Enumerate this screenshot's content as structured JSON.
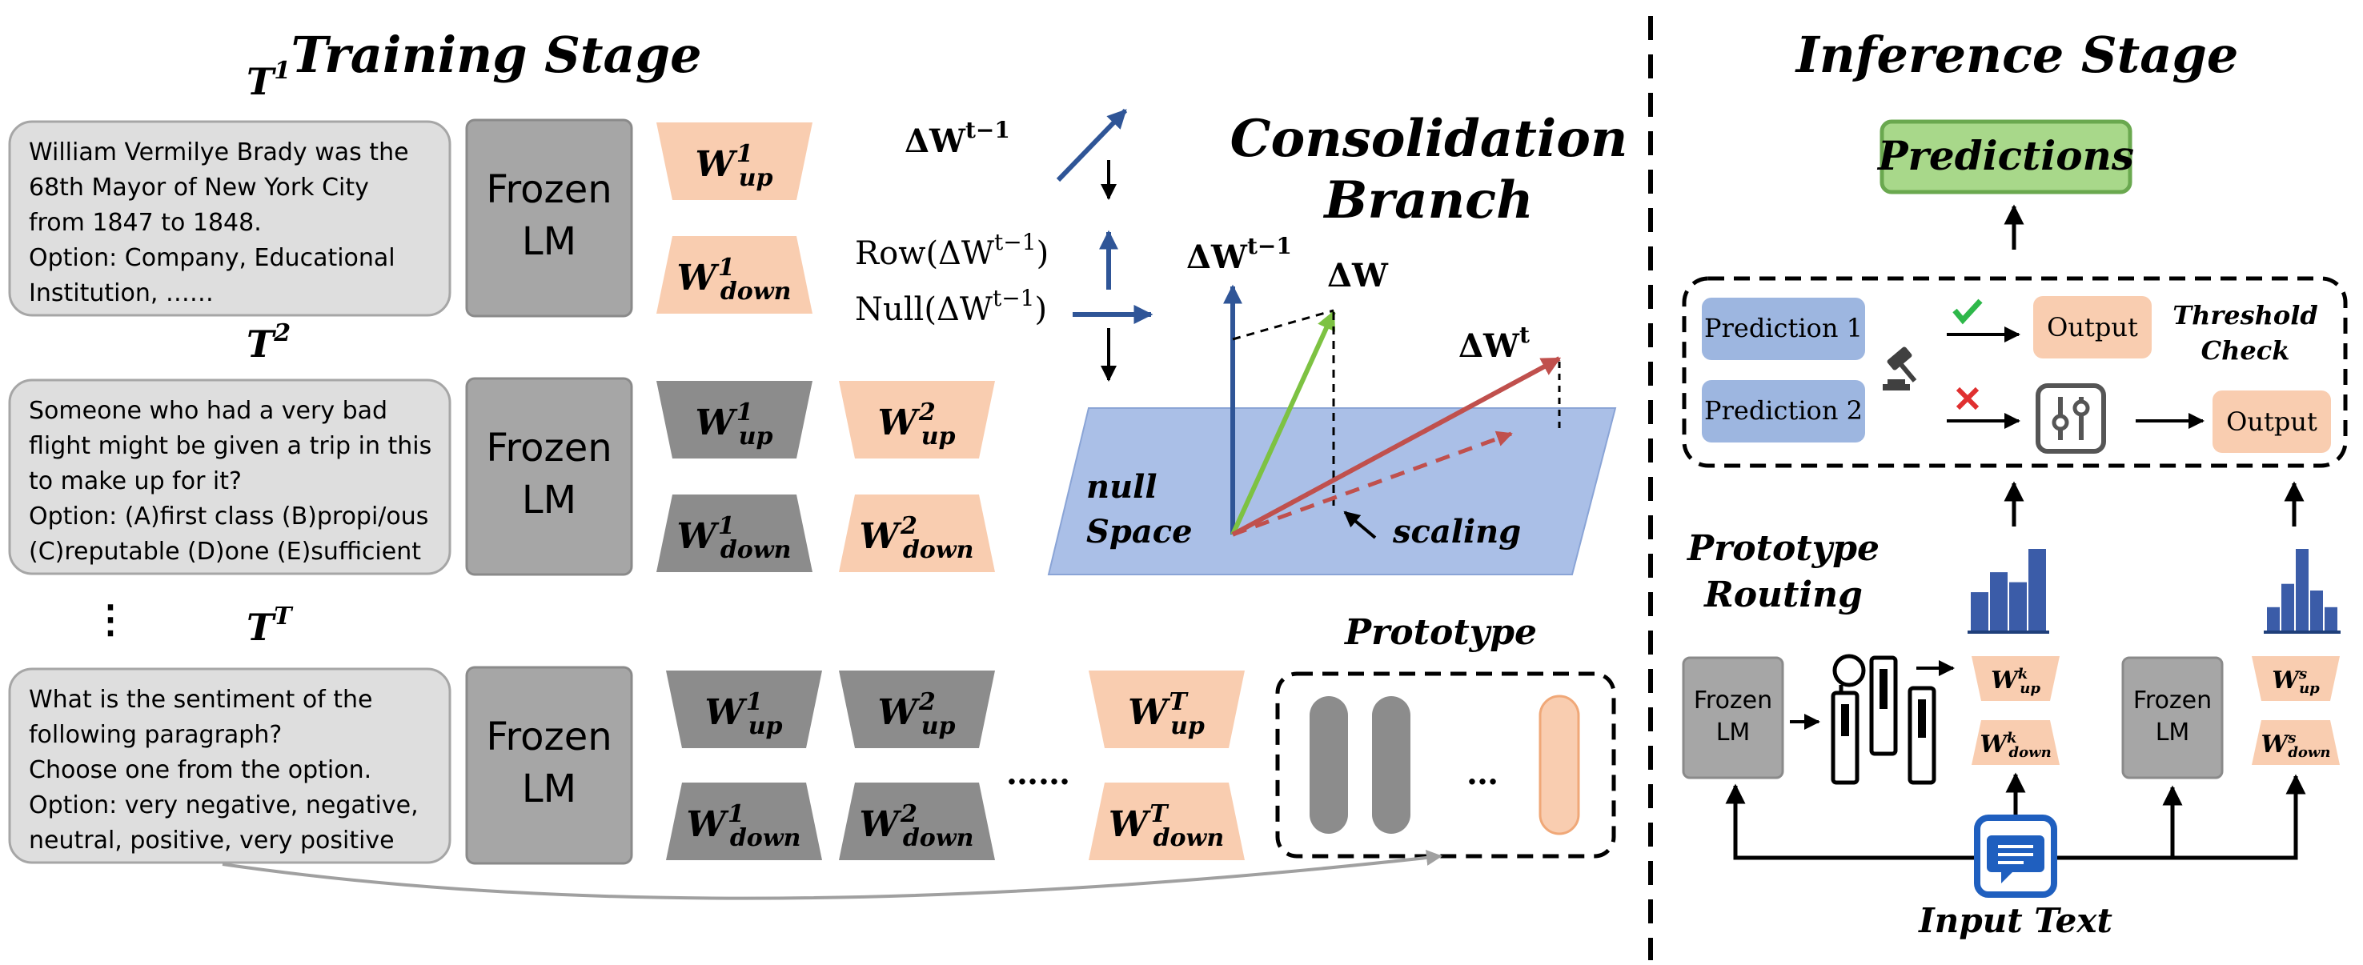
{
  "training": {
    "title": "Training Stage",
    "task_labels": {
      "t1": {
        "base": "T",
        "sup": "1"
      },
      "t2": {
        "base": "T",
        "sup": "2"
      },
      "tT": {
        "base": "T",
        "sup": "T"
      },
      "vdots": "⋮"
    },
    "tasks": [
      {
        "lines": [
          "William Vermilye Brady was the",
          "68th Mayor of New York City",
          "from 1847 to 1848.",
          "Option: Company, Educational",
          "Institution, ……"
        ]
      },
      {
        "lines": [
          "Someone who had a very bad",
          "flight might be given a trip in this",
          "to make up for it?",
          "Option: (A)first class (B)propi/ous",
          "(C)reputable (D)one (E)sufficient"
        ]
      },
      {
        "lines": [
          "What is the sentiment of the",
          "following paragraph?",
          "Choose one from the option.",
          "Option: very negative, negative,",
          "neutral, positive, very positive"
        ]
      }
    ],
    "frozen_lm": [
      "Frozen",
      "LM"
    ],
    "adapters": {
      "up1": {
        "base": "W",
        "sup": "1",
        "sub": "up"
      },
      "down1": {
        "base": "W",
        "sup": "1",
        "sub": "down"
      },
      "up2": {
        "base": "W",
        "sup": "2",
        "sub": "up"
      },
      "down2": {
        "base": "W",
        "sup": "2",
        "sub": "down"
      },
      "upT": {
        "base": "W",
        "sup": "T",
        "sub": "up"
      },
      "downT": {
        "base": "W",
        "sup": "T",
        "sub": "down"
      }
    },
    "ellipsis": "……"
  },
  "consolidation": {
    "title_line1": "Consolidation",
    "title_line2": "Branch",
    "delta_prev": "ΔW",
    "delta_prev_sup": "t−1",
    "row_label": "Row(ΔW",
    "null_label": "Null(ΔW",
    "paren_close": ")",
    "delta_w": "ΔW",
    "delta_t_sup": "t",
    "null_space": [
      "null",
      "Space"
    ],
    "scaling": "scaling"
  },
  "prototype": {
    "title": "Prototype",
    "ellipsis": "…"
  },
  "inference": {
    "title": "Inference Stage",
    "predictions": "Predictions",
    "prediction1": "Prediction 1",
    "prediction2": "Prediction 2",
    "output": "Output",
    "threshold": [
      "Threshold",
      "Check"
    ],
    "routing": [
      "Prototype",
      "Routing"
    ],
    "frozen_lm": [
      "Frozen",
      "LM"
    ],
    "w_up_k": {
      "base": "W",
      "sup": "k",
      "sub": "up"
    },
    "w_down_k": {
      "base": "W",
      "sup": "k",
      "sub": "down"
    },
    "w_up_s": {
      "base": "W",
      "sup": "s",
      "sub": "up"
    },
    "w_down_s": {
      "base": "W",
      "sup": "s",
      "sub": "down"
    },
    "input_text": "Input Text",
    "histogram_k": [
      0.48,
      0.72,
      0.6,
      1.0
    ],
    "histogram_s": [
      0.3,
      0.58,
      1.0,
      0.5,
      0.3
    ]
  },
  "colors": {
    "peach": "#f9cdb0",
    "grey_adapter": "#8c8c8c",
    "frozen": "#a6a6a6",
    "task_box": "#dedede",
    "blue_box": "#9db6e0",
    "green_box": "#a8d88a",
    "plane": "#aabfe7",
    "arrow_blue": "#2f5597",
    "arrow_green": "#7dc242",
    "arrow_red": "#c0504d"
  }
}
